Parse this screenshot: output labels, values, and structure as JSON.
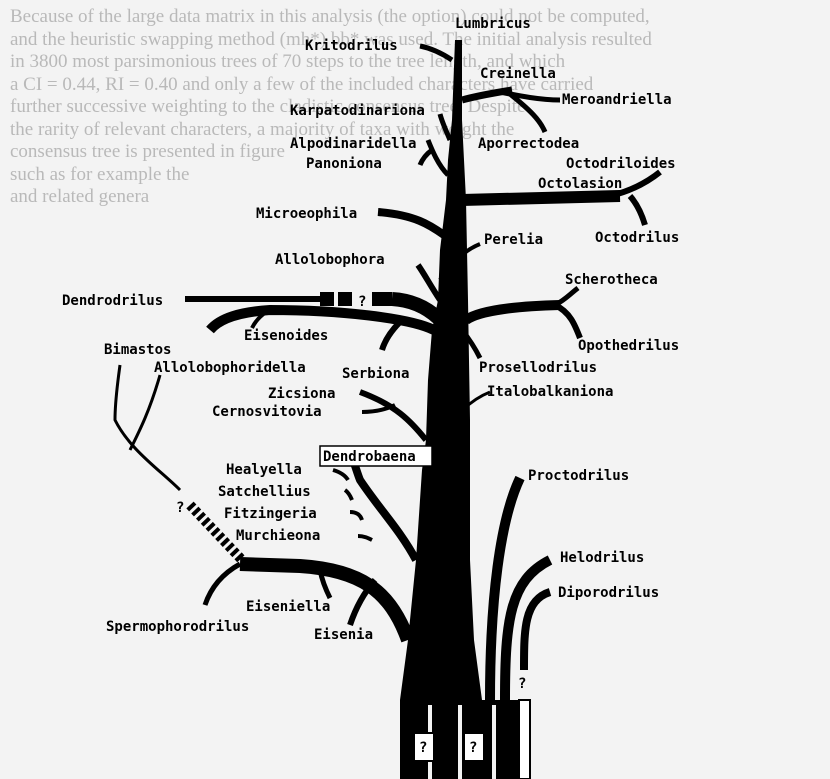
{
  "background_text": [
    "Because of the large data matrix in this analysis (the option) could not be computed,",
    "and the heuristic swapping method (mh*) bb* was used. The initial analysis resulted",
    "in 3800 most parsimonious trees of 70 steps to the tree length, and which",
    "a CI = 0.44, RI = 0.40 and only a few of the included characters have carried",
    "further successive weighting to the cladistic consensus tree. Despite",
    "the rarity of relevant characters, a majority of taxa with weight the",
    "consensus tree is presented in figure",
    "such as for example the",
    "and related genera"
  ],
  "taxa": {
    "lumbricus": "Lumbricus",
    "kritodrilus": "Kritodrilus",
    "creinella": "Creinella",
    "meroandriella": "Meroandriella",
    "karpatodinariona": "Karpatodinariona",
    "aporrectodea": "Aporrectodea",
    "alpodinaridella": "Alpodinaridella",
    "panoniona": "Panoniona",
    "octodriloides": "Octodriloides",
    "octolasion": "Octolasion",
    "microeophila": "Microeophila",
    "octodrilus": "Octodrilus",
    "perelia": "Perelia",
    "allolobophora": "Allolobophora",
    "scherotheca": "Scherotheca",
    "dendrodrilus": "Dendrodrilus",
    "eisenoides": "Eisenoides",
    "opothedrilus": "Opothedrilus",
    "bimastos": "Bimastos",
    "allolobophoridella": "Allolobophoridella",
    "serbiona": "Serbiona",
    "prosellodrilus": "Prosellodrilus",
    "zicsiona": "Zicsiona",
    "italobalkaniona": "Italobalkaniona",
    "cernosvitovia": "Cernosvitovia",
    "dendrobaena": "Dendrobaena",
    "proctodrilus": "Proctodrilus",
    "healyella": "Healyella",
    "satchellius": "Satchellius",
    "fitzingeria": "Fitzingeria",
    "murchieona": "Murchieona",
    "helodrilus": "Helodrilus",
    "diporodrilus": "Diporodrilus",
    "eiseniella": "Eiseniella",
    "spermophorodrilus": "Spermophorodrilus",
    "eisenia": "Eisenia"
  },
  "uncertain_mark": "?",
  "colors": {
    "branch": "#000000",
    "background": "#f3f3f3",
    "faded_text": "#b9b9b9"
  }
}
